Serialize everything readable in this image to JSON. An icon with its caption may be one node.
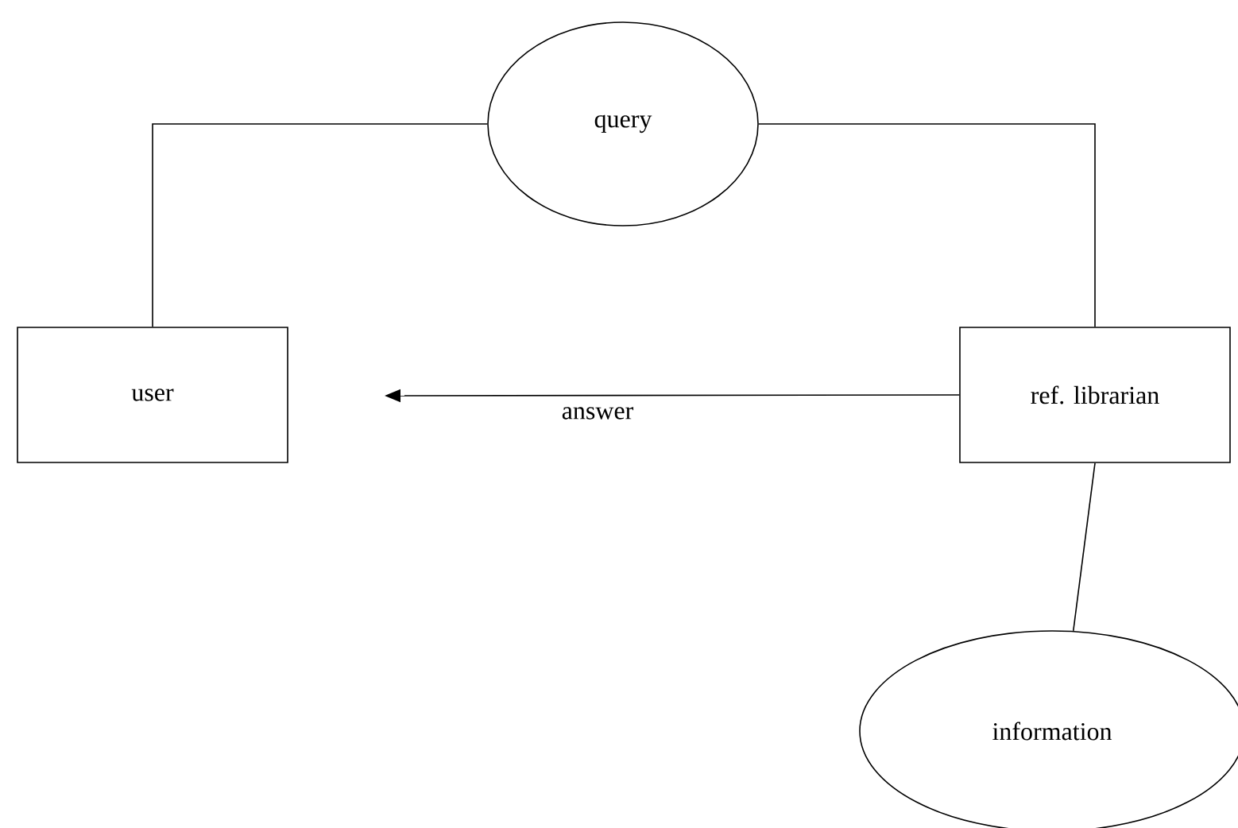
{
  "diagram": {
    "nodes": [
      {
        "text": [
          "user"
        ]
      },
      {
        "text": [
          "query"
        ]
      },
      {
        "text": [
          "ref. librarian"
        ]
      },
      {
        "text": [
          "information"
        ]
      }
    ],
    "edges": [
      {
        "from": 0,
        "to": 1,
        "arrow": "none"
      },
      {
        "from": 1,
        "to": 2,
        "arrow": "none"
      },
      {
        "from": 2,
        "to": null,
        "arrow": "to",
        "label": "answer"
      },
      {
        "from": 2,
        "to": 3,
        "arrow": "none"
      }
    ]
  }
}
